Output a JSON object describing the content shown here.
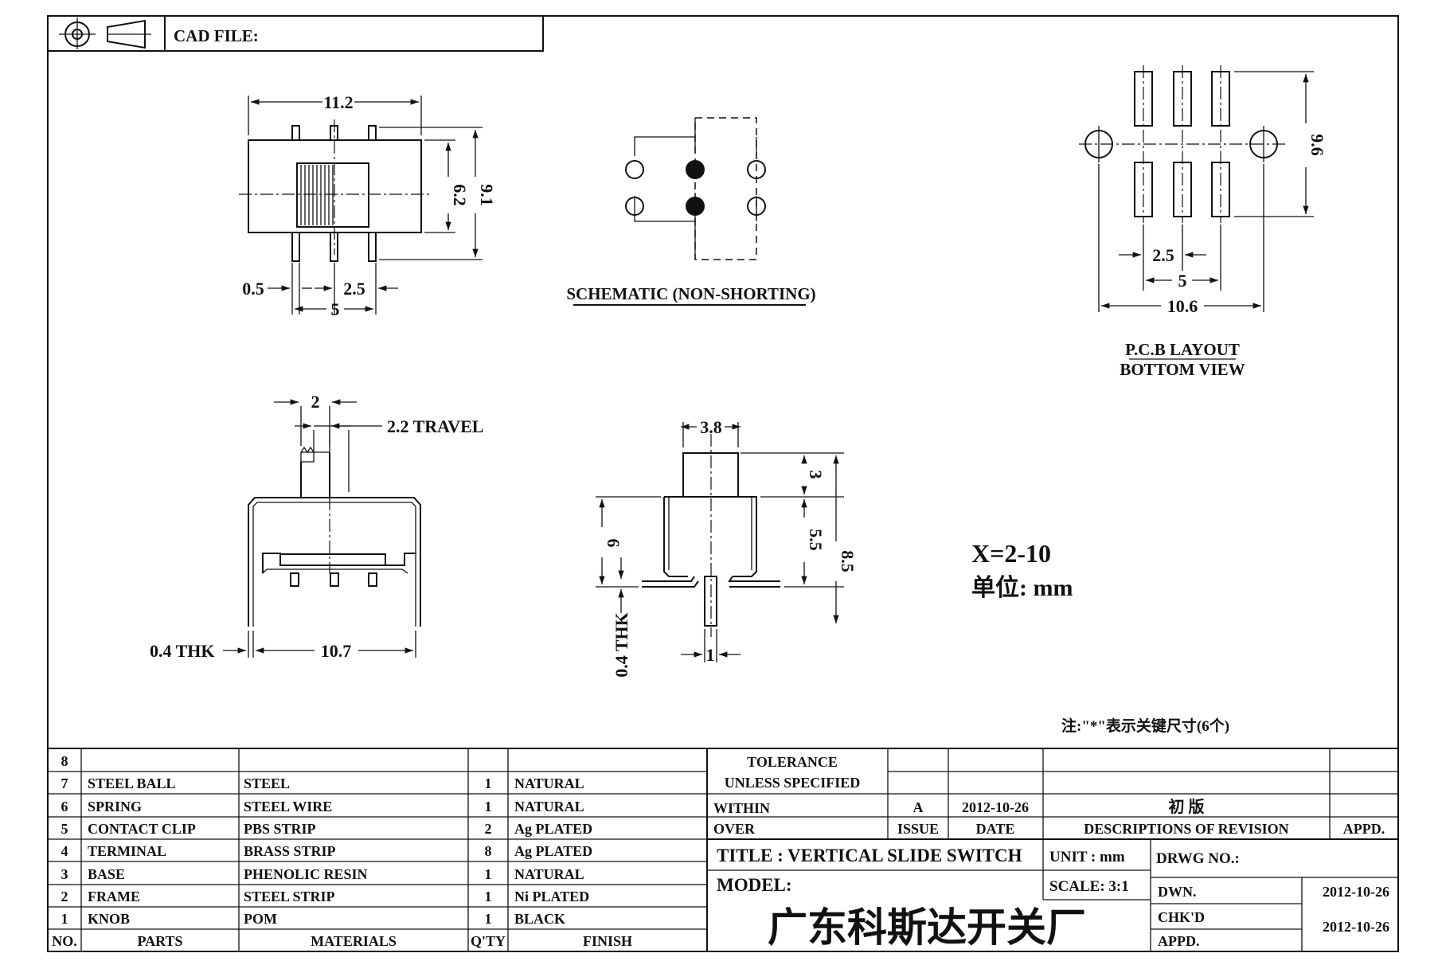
{
  "header": {
    "cad_file_label": "CAD FILE:"
  },
  "dimensions": {
    "top_width": "11.2",
    "top_height_inner": "6.2",
    "top_height_outer": "9.1",
    "top_pin_width": "0.5",
    "top_pitch": "2.5",
    "top_span": "5",
    "side_knob": "2",
    "side_travel": "2.2 TRAVEL",
    "side_thickness": "0.4 THK",
    "side_length": "10.7",
    "end_knob_width": "3.8",
    "end_knob_height": "3",
    "end_body_height": "5.5",
    "end_total_height": "8.5",
    "end_left_height": "6",
    "end_thickness": "0.4 THK",
    "end_pin_width": "1",
    "pcb_height": "9.6",
    "pcb_pitch": "2.5",
    "pcb_span": "5",
    "pcb_total": "10.6"
  },
  "labels": {
    "schematic": "SCHEMATIC (NON-SHORTING)",
    "pcb_line1": "P.C.B LAYOUT",
    "pcb_line2": "BOTTOM VIEW",
    "x_range": "X=2-10",
    "unit_note": "单位: mm",
    "key_note": "注:\"*\"表示关键尺寸(6个)"
  },
  "parts_table": {
    "headers": [
      "NO.",
      "PARTS",
      "MATERIALS",
      "Q'TY",
      "FINISH"
    ],
    "rows": [
      [
        "8",
        "",
        "",
        "",
        ""
      ],
      [
        "7",
        "STEEL BALL",
        "STEEL",
        "1",
        "NATURAL"
      ],
      [
        "6",
        "SPRING",
        "STEEL WIRE",
        "1",
        "NATURAL"
      ],
      [
        "5",
        "CONTACT CLIP",
        "PBS STRIP",
        "2",
        "Ag PLATED"
      ],
      [
        "4",
        "TERMINAL",
        "BRASS STRIP",
        "8",
        "Ag PLATED"
      ],
      [
        "3",
        "BASE",
        "PHENOLIC RESIN",
        "1",
        "NATURAL"
      ],
      [
        "2",
        "FRAME",
        "STEEL STRIP",
        "1",
        "Ni PLATED"
      ],
      [
        "1",
        "KNOB",
        "POM",
        "1",
        "BLACK"
      ]
    ]
  },
  "tolerance": {
    "line1": "TOLERANCE",
    "line2": "UNLESS SPECIFIED",
    "within": "WITHIN",
    "over": "OVER"
  },
  "revision": {
    "issue_value": "A",
    "date_value": "2012-10-26",
    "description_value": "初 版",
    "issue_header": "ISSUE",
    "date_header": "DATE",
    "description_header": "DESCRIPTIONS OF REVISION",
    "appd_header": "APPD."
  },
  "title_block": {
    "title": "TITLE : VERTICAL SLIDE SWITCH",
    "model": "MODEL:",
    "unit": "UNIT : mm",
    "scale": "SCALE: 3:1",
    "drawing_no": "DRWG NO.:",
    "dwn": "DWN.",
    "dwn_date": "2012-10-26",
    "chkd": "CHK'D",
    "chkd_date": "2012-10-26",
    "appd": "APPD.",
    "company": "广东科斯达开关厂"
  }
}
